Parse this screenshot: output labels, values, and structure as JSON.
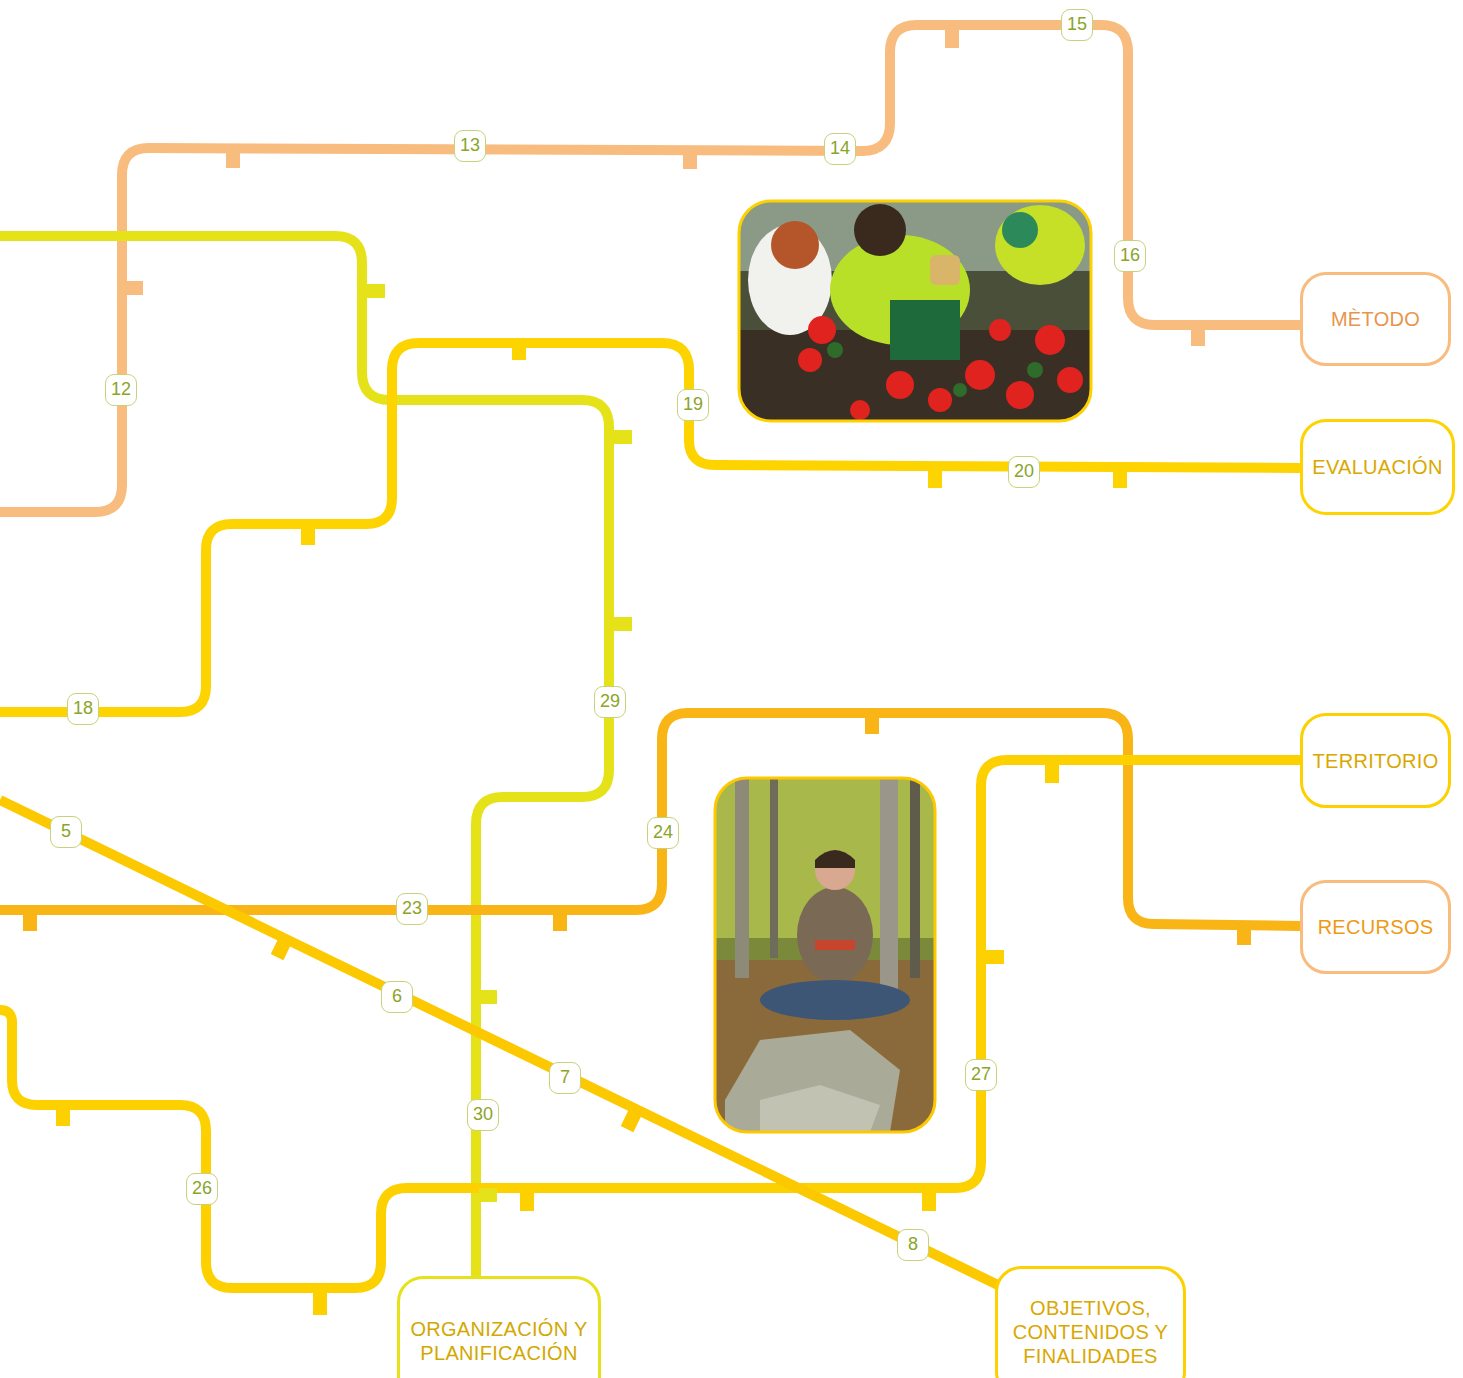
{
  "diagram": {
    "nodes": [
      {
        "text": [
          "MÈTODO"
        ]
      },
      {
        "text": [
          "EVALUACIÓN"
        ]
      },
      {
        "text": [
          "TERRITORIO"
        ]
      },
      {
        "text": [
          "RECURSOS"
        ]
      },
      {
        "text": [
          "ORGANIZACIÓN Y PLANIFICACIÓN"
        ]
      },
      {
        "text": [
          "OBJETIVOS, CONTENIDOS Y FINALIDADES"
        ]
      }
    ],
    "labels": [
      "15",
      "13",
      "14",
      "16",
      "12",
      "19",
      "20",
      "18",
      "29",
      "24",
      "5",
      "23",
      "6",
      "27",
      "7",
      "30",
      "26",
      "8"
    ]
  }
}
